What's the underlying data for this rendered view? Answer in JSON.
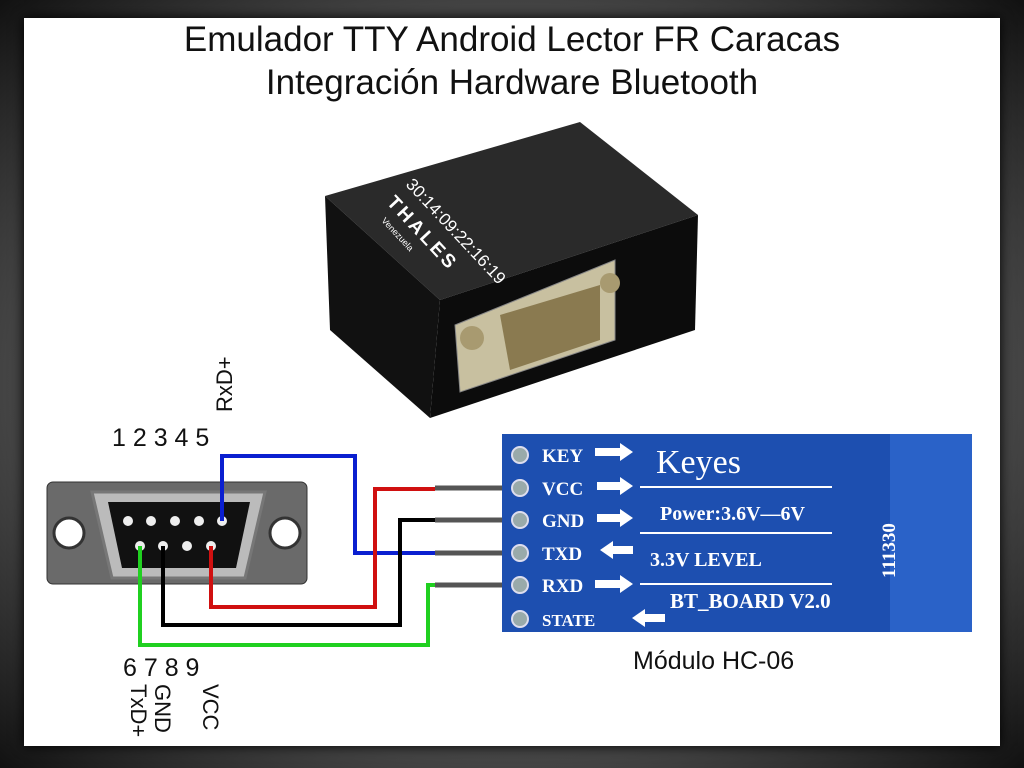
{
  "title": {
    "line1": "Emulador TTY Android Lector FR Caracas",
    "line2": "Integración Hardware Bluetooth"
  },
  "box": {
    "mac": "30:14:09:22:16:19",
    "brand": "THALES",
    "brand_sub": "Venezuela"
  },
  "db9": {
    "top_numbers": "1 2 3 4 5",
    "bottom_numbers": "6 7 8 9",
    "pin5_label": "RxD+",
    "pin6_label": "TxD+",
    "pin7_label": "GND",
    "pin9_label": "VCC"
  },
  "module": {
    "pins": [
      "KEY",
      "VCC",
      "GND",
      "TXD",
      "RXD",
      "STATE"
    ],
    "brand": "Keyes",
    "power": "Power:3.6V—6V",
    "level": "3.3V  LEVEL",
    "board": "BT_BOARD  V2.0",
    "serial": "111330",
    "caption": "Módulo HC-06"
  },
  "colors": {
    "blue_wire": "#0a1fd0",
    "red_wire": "#d01010",
    "black_wire": "#000000",
    "green_wire": "#20d020",
    "module_pcb": "#1d4fb0"
  }
}
